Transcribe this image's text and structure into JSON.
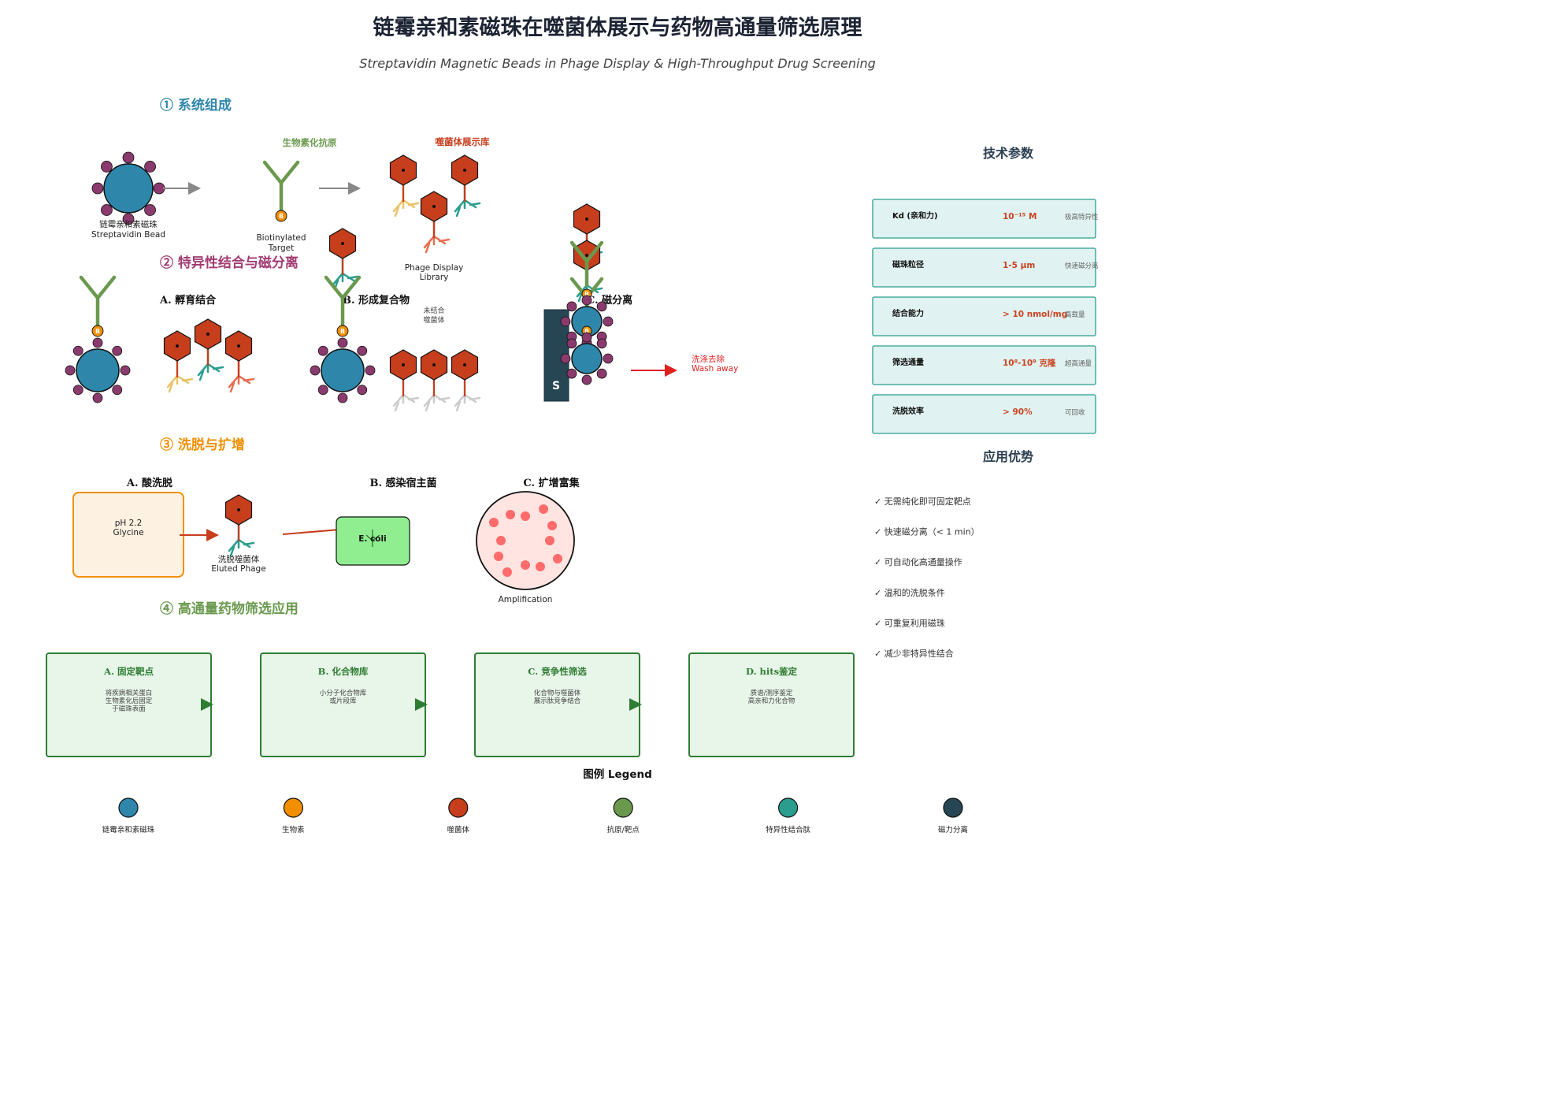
{
  "title": "链霉亲和素磁珠在噬菌体展示与药物高通量筛选原理",
  "subtitle": "Streptavidin Magnetic Beads in Phage Display & High-Throughput Drug Screening",
  "colors": {
    "bead": "#2e86ab",
    "streptavidin": "#8b3a6e",
    "biotin": "#f18f01",
    "phage": "#c73e1d",
    "antigen": "#6a994e",
    "peptide": "#2a9d8f",
    "magnet": "#264653",
    "wash_arrow": "#e01f1f",
    "section1": "#2e86ab",
    "section2": "#a23b72",
    "section3": "#f18f01",
    "section4": "#6a994e"
  },
  "section1": {
    "heading": "① 系统组成",
    "bead_label_cn": "链霉亲和素磁珠",
    "bead_label_en": "Streptavidin Bead",
    "antigen_header": "生物素化抗原",
    "antigen_label_en_1": "Biotinylated",
    "antigen_label_en_2": "Target",
    "library_header": "噬菌体展示库",
    "library_label_1": "Phage Display",
    "library_label_2": "Library",
    "biotin_letter": "B"
  },
  "section2": {
    "heading": "② 特异性结合与磁分离",
    "step_a": "A. 孵育结合",
    "step_b": "B. 形成复合物",
    "step_c": "C. 磁分离",
    "unbound_1": "未结合",
    "unbound_2": "噬菌体",
    "magnet_label": "S",
    "wash_cn": "洗涤去除",
    "wash_en": "Wash away"
  },
  "section3": {
    "heading": "③ 洗脱与扩增",
    "step_a": "A. 酸洗脱",
    "step_b": "B. 感染宿主菌",
    "step_c": "C. 扩增富集",
    "buffer_1": "pH 2.2",
    "buffer_2": "Glycine",
    "eluted_cn": "洗脱噬菌体",
    "eluted_en": "Eluted Phage",
    "host": "E. coli",
    "amplification": "Amplification"
  },
  "section4": {
    "heading": "④ 高通量药物筛选应用",
    "cards": [
      {
        "title": "A. 固定靶点",
        "desc": [
          "将疾病相关蛋白",
          "生物素化后固定",
          "于磁珠表面"
        ]
      },
      {
        "title": "B. 化合物库",
        "desc": [
          "小分子化合物库",
          "或片段库"
        ]
      },
      {
        "title": "C. 竞争性筛选",
        "desc": [
          "化合物与噬菌体",
          "展示肽竞争结合"
        ]
      },
      {
        "title": "D.  hits鉴定",
        "desc": [
          "质谱/测序鉴定",
          "高亲和力化合物"
        ]
      }
    ]
  },
  "tech_panel": {
    "heading": "技术参数",
    "params": [
      {
        "label": "Kd (亲和力)",
        "value": "10⁻¹⁵ M",
        "note": "极高特异性"
      },
      {
        "label": "磁珠粒径",
        "value": "1-5 μm",
        "note": "快速磁分离"
      },
      {
        "label": "结合能力",
        "value": "> 10 nmol/mg",
        "note": "高载量"
      },
      {
        "label": "筛选通量",
        "value": "10⁸-10⁹ 克隆",
        "note": "超高通量"
      },
      {
        "label": "洗脱效率",
        "value": "> 90%",
        "note": "可回收"
      }
    ]
  },
  "advantages": {
    "heading": "应用优势",
    "items": [
      "✓ 无需纯化即可固定靶点",
      "✓ 快速磁分离（< 1 min）",
      "✓ 可自动化高通量操作",
      "✓ 温和的洗脱条件",
      "✓ 可重复利用磁珠",
      "✓ 减少非特异性结合"
    ]
  },
  "legend": {
    "heading": "图例 Legend",
    "items": [
      {
        "label": "链霉亲和素磁珠",
        "color": "#2e86ab"
      },
      {
        "label": "生物素",
        "color": "#f18f01"
      },
      {
        "label": "噬菌体",
        "color": "#c73e1d"
      },
      {
        "label": "抗原/靶点",
        "color": "#6a994e"
      },
      {
        "label": "特异性结合肽",
        "color": "#2a9d8f"
      },
      {
        "label": "磁力分离",
        "color": "#264653"
      }
    ]
  }
}
